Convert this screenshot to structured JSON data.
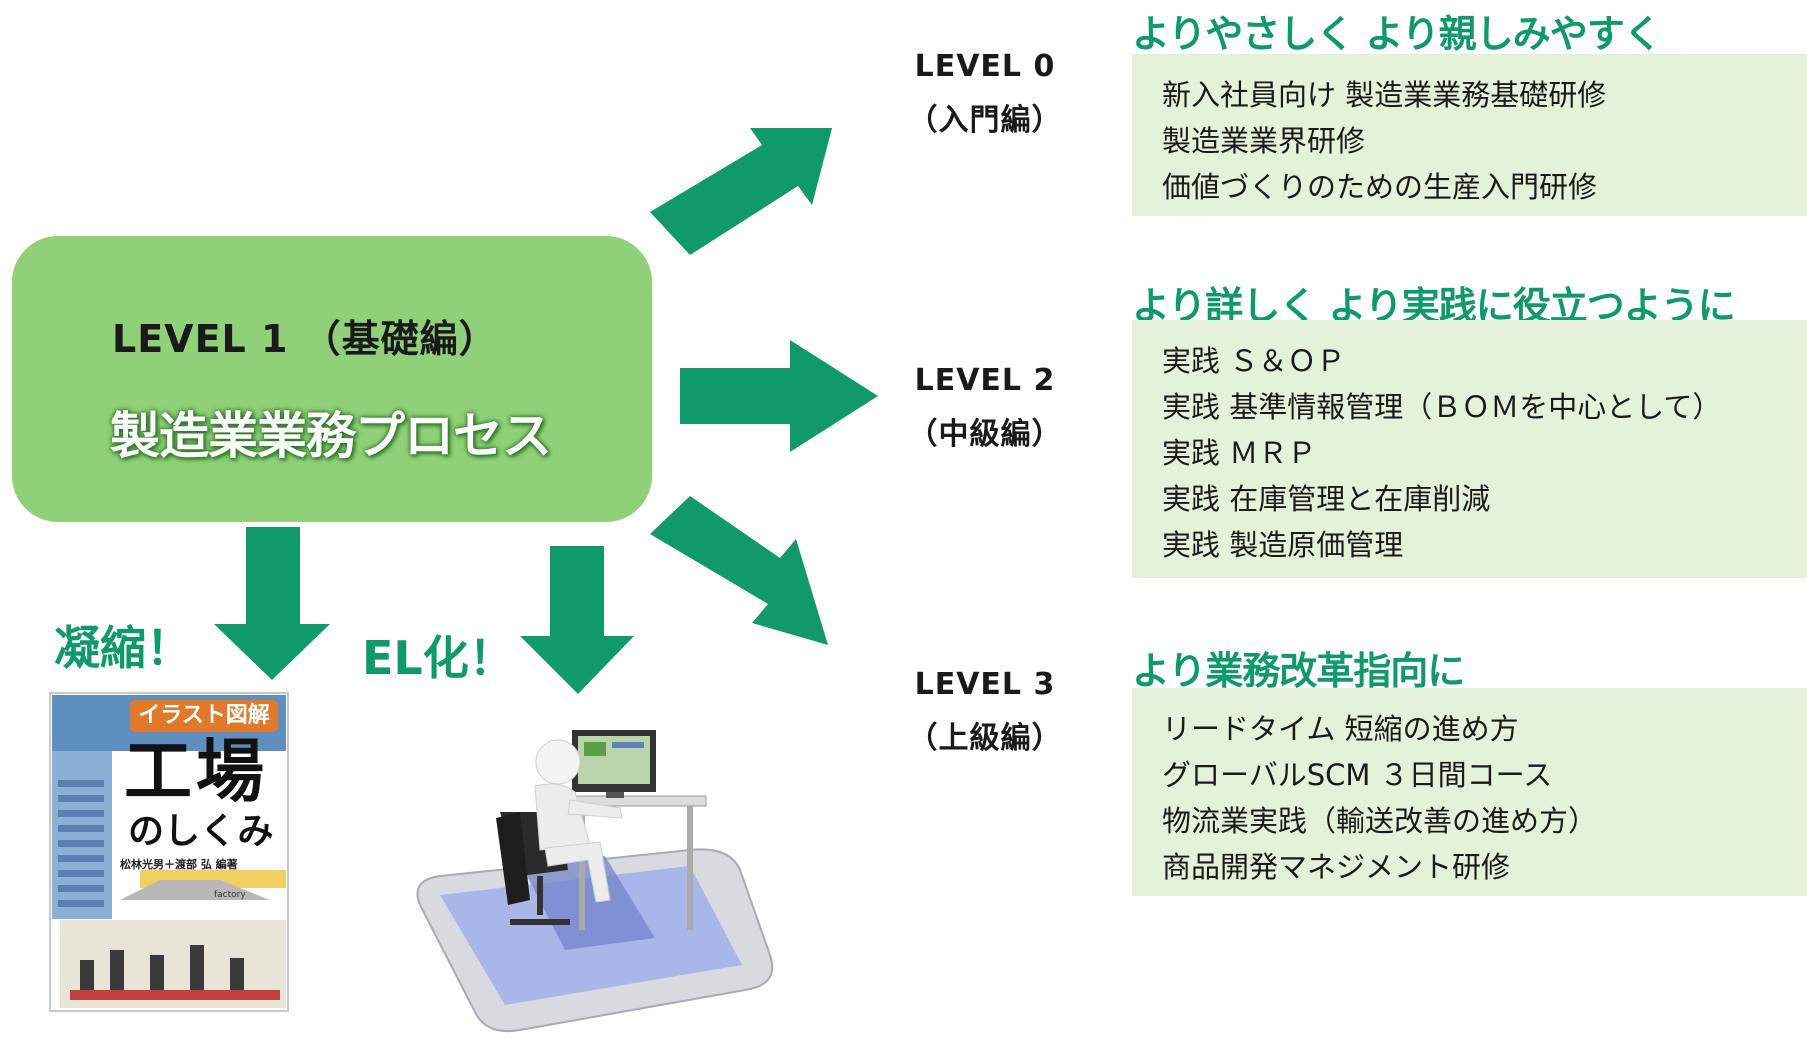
{
  "colors": {
    "arrow": "#109a6c",
    "center_box": "#90d078",
    "course_box": "#e3f2d8",
    "heading": "#109a6c"
  },
  "center": {
    "title": "LEVEL 1 （基礎編）",
    "subtitle": "製造業業務プロセス"
  },
  "levels": [
    {
      "label": "LEVEL 0",
      "sub": "（入門編）",
      "heading": "よりやさしく より親しみやすく",
      "items": [
        "新入社員向け 製造業業務基礎研修",
        "製造業業界研修",
        "価値づくりのための生産入門研修"
      ]
    },
    {
      "label": "LEVEL 2",
      "sub": "（中級編）",
      "heading": "より詳しく より実践に役立つように",
      "items": [
        "実践 Ｓ＆ＯＰ",
        "実践 基準情報管理（ＢＯＭを中心として）",
        "実践 ＭＲＰ",
        "実践 在庫管理と在庫削減",
        "実践 製造原価管理"
      ]
    },
    {
      "label": "LEVEL 3",
      "sub": "（上級編）",
      "heading": "より業務改革指向に",
      "items": [
        "リードタイム 短縮の進め方",
        "グローバルSCM ３日間コース",
        "物流業実践（輸送改善の進め方）",
        "商品開発マネジメント研修"
      ]
    }
  ],
  "callouts": {
    "book": "凝縮！",
    "elearning": "EL化！"
  },
  "book": {
    "badge": "イラスト図解",
    "title_line1": "工場",
    "title_line2": "のしくみ",
    "authors": "松林光男＋渡部 弘 編著",
    "tag": "factory"
  }
}
